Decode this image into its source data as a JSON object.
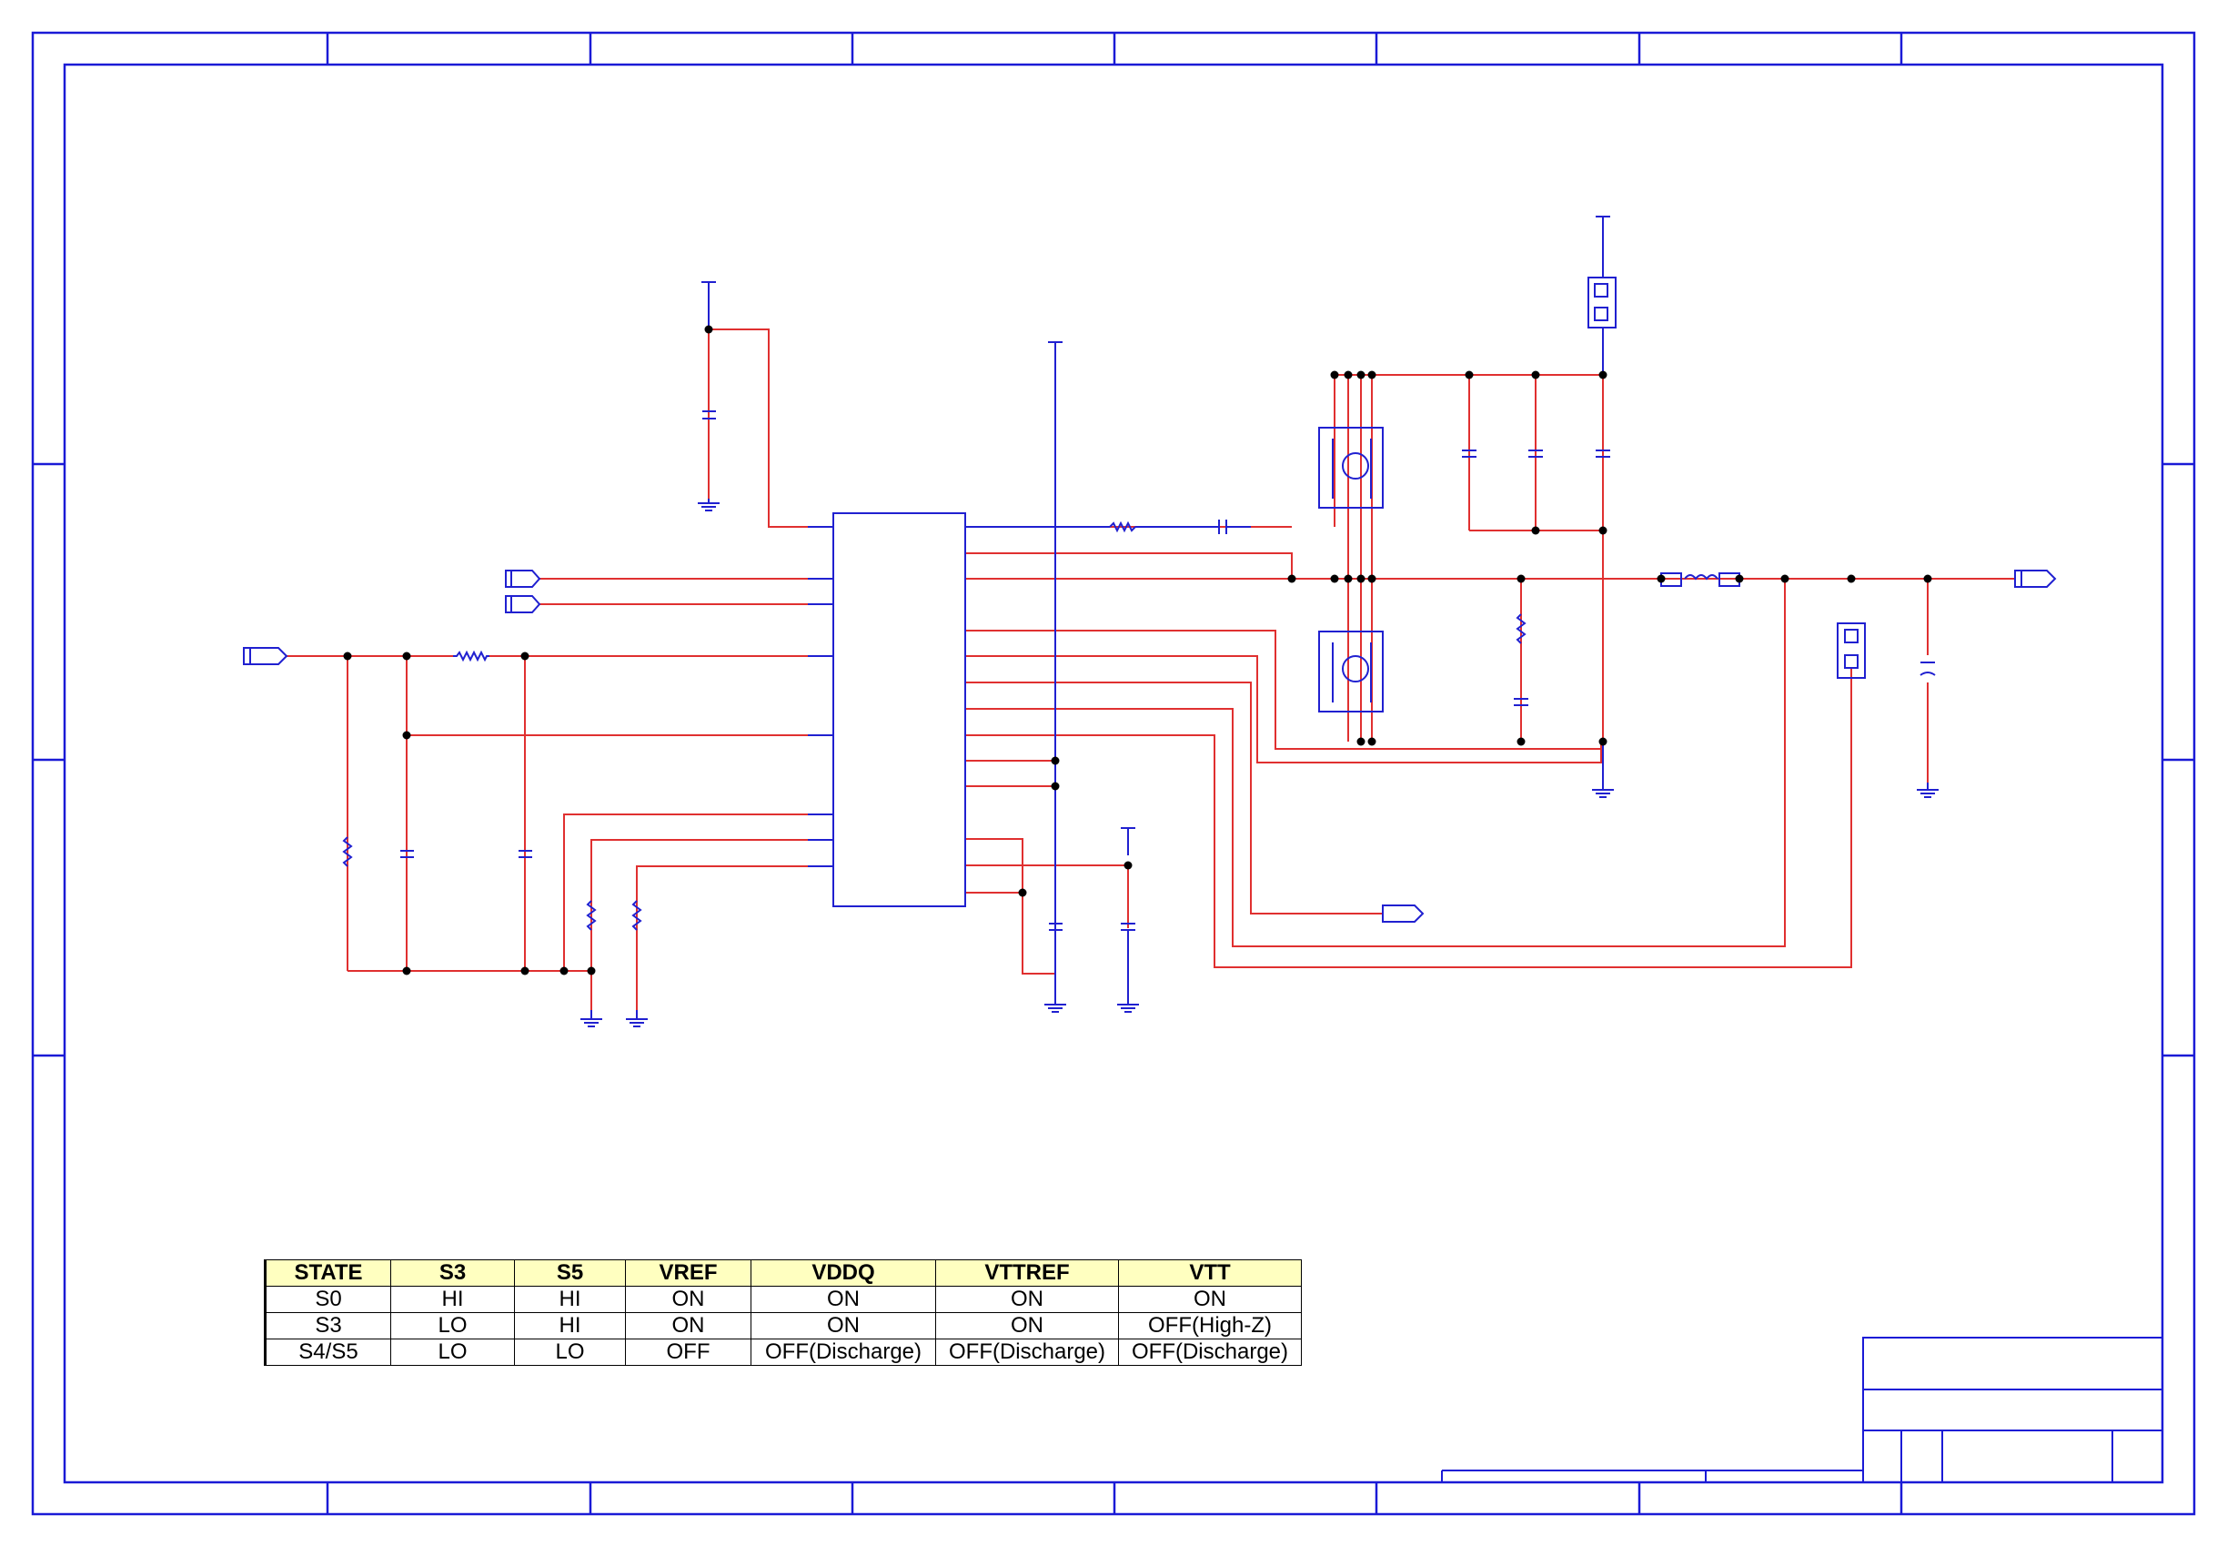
{
  "table": {
    "headers": [
      "STATE",
      "S3",
      "S5",
      "VREF",
      "VDDQ",
      "VTTREF",
      "VTT"
    ],
    "rows": [
      [
        "S0",
        "HI",
        "HI",
        "ON",
        "ON",
        "ON",
        "ON"
      ],
      [
        "S3",
        "LO",
        "HI",
        "ON",
        "ON",
        "ON",
        "OFF(High-Z)"
      ],
      [
        "S4/S5",
        "LO",
        "LO",
        "OFF",
        "OFF(Discharge)",
        "OFF(Discharge)",
        "OFF(Discharge)"
      ]
    ]
  },
  "colors": {
    "border": "#1a1ad6",
    "component": "#2020d0",
    "wire": "#e03030",
    "junction": "#000000",
    "header_fill": "#ffffc0"
  }
}
